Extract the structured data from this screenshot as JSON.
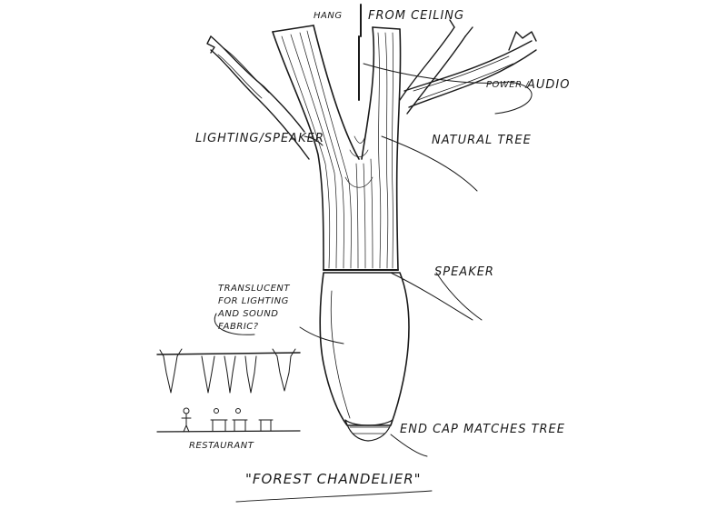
{
  "labels": {
    "hang": "HANG",
    "from_ceiling": "FROM CEILING",
    "power_audio_1": "POWER /",
    "power_audio_2": "AUDIO",
    "lighting_speaker": "LIGHTING/SPEAKER",
    "natural_tree": "NATURAL TREE",
    "speaker": "SPEAKER",
    "translucent_1": "TRANSLUCENT",
    "translucent_2": "FOR LIGHTING",
    "translucent_3": "AND SOUND",
    "translucent_4": "FABRIC?",
    "end_cap": "END CAP MATCHES TREE",
    "restaurant": "RESTAURANT",
    "title": "\"FOREST CHANDELIER\""
  }
}
